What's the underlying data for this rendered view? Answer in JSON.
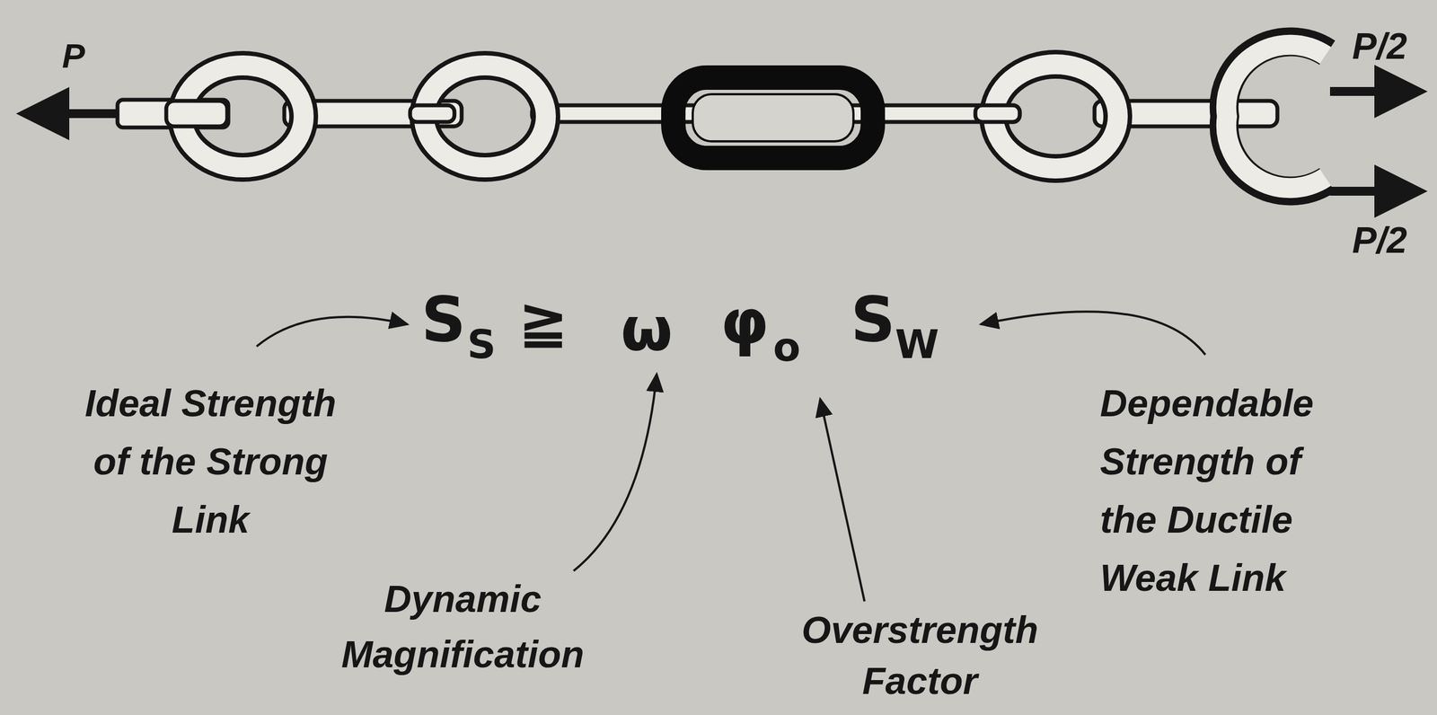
{
  "diagram": {
    "labels": [
      "P",
      "P/2",
      "P/2",
      "S",
      "S",
      "≧",
      "ω",
      "φ",
      "o",
      "S",
      "W",
      "Ideal Strength of the Strong Link",
      "Dynamic Magnification",
      "Overstrength Factor",
      "Dependable Strength of the Ductile Weak Link"
    ]
  }
}
